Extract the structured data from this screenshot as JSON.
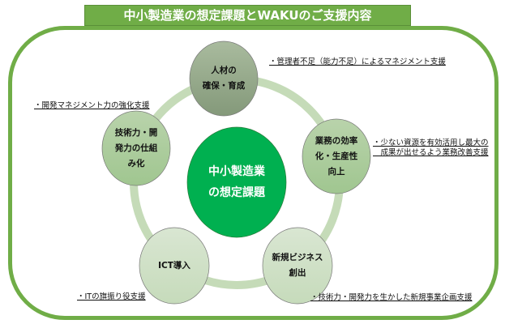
{
  "title": "中小製造業の想定課題とWAKUのご支援内容",
  "center": "中小製造業\nの想定課題",
  "nodes": [
    {
      "label": "人材の\n確保・育成",
      "note": "・管理者不足（能力不足）によるマネジメント支援"
    },
    {
      "label": "業務の効率\n化・生産性\n向上",
      "note": "・少ない資源を有効活用し最大の\n　成果が出せるよう業務改善支援"
    },
    {
      "label": "新規ビジネス\n創出",
      "note": "・技術力・開発力を生かした新規事業企画支援"
    },
    {
      "label": "ICT導入",
      "note": "・ITの旗振り役支援"
    },
    {
      "label": "技術力・開\n発力の仕組\nみ化",
      "note": "・開発マネジメント力の強化支援"
    }
  ],
  "colors": {
    "frame": "#70ad47",
    "center": "#00b050"
  }
}
